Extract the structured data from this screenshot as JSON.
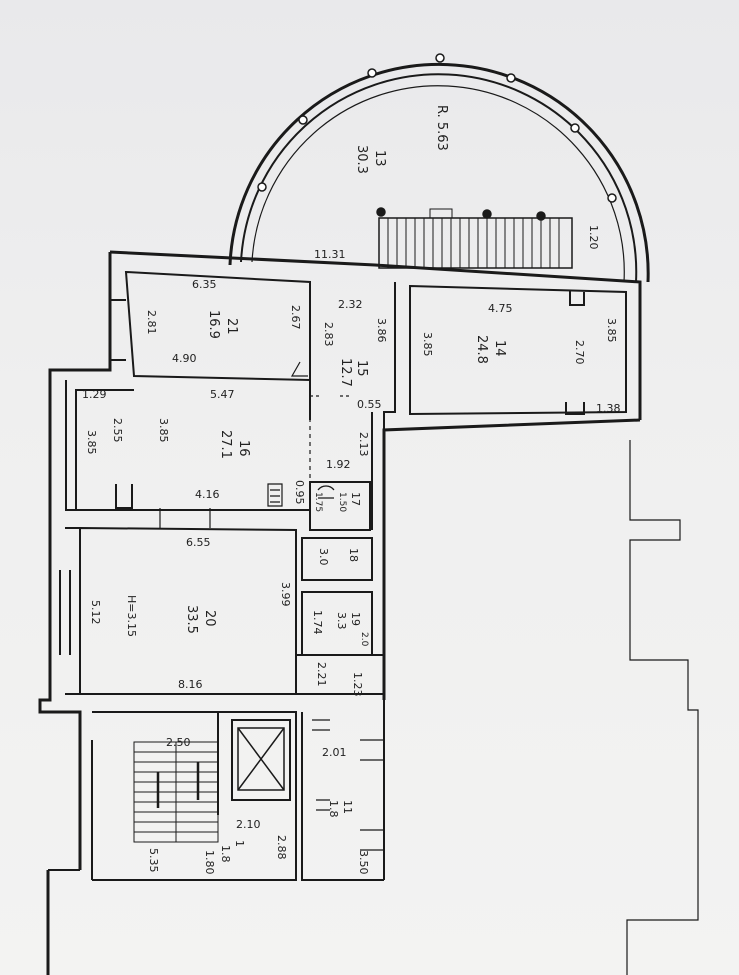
{
  "labels": {
    "balcony_radius": "R. 5.63",
    "balcony_no": "13",
    "balcony_area": "30.3",
    "balcony_depth": "1.20",
    "dim_1131": "11.31",
    "bed_top_w": "6.35",
    "bed_no": "21",
    "bed_area": "16.9",
    "bed_h_left": "2.81",
    "bed_h_right": "2.67",
    "bed_bottom_w": "4.90",
    "hall_w": "2.32",
    "hall_h": "2.83",
    "hall_h2": "3.86",
    "hall_no": "15",
    "hall_area": "12.7",
    "hall_dim": "0.55",
    "hall_dim2": "2.13",
    "room14_w": "4.75",
    "room14_h_left": "3.85",
    "room14_no": "14",
    "room14_area": "24.8",
    "room14_w2": "2.70",
    "room14_h_right": "3.85",
    "room14_bottom": "1.38",
    "living_w": "5.47",
    "living_left_small": "1.29",
    "living_h_outer": "3.85",
    "living_h_mid": "2.55",
    "living_h": "3.85",
    "living_no": "16",
    "living_area": "27.1",
    "living_bottom": "4.16",
    "bath_w": "1.92",
    "bath_d1": "0.95",
    "bath_d2": "1.75",
    "bath_d3": "1.50",
    "bath_no": "17",
    "room20_top": "6.55",
    "room20_h": "5.12",
    "room20_note": "H=3.15",
    "room20_no": "20",
    "room20_area": "33.5",
    "room20_bottom": "8.16",
    "room20_right": "3.99",
    "room18_no": "18",
    "room18_dim": "3.0",
    "room19_no": "19",
    "room19_area": "3.3",
    "room19_dim": "1.74",
    "room19_dim2": "2.0",
    "dim_221": "2.21",
    "dim_123": "1.23",
    "stair_w": "2.50",
    "stair_h": "5.35",
    "lobby_dim": "2.10",
    "lobby_no": "1",
    "lobby_area": "1.8",
    "lobby_w": "1.80",
    "lobby_h": "2.88",
    "corr_dim": "2.01",
    "corr_no": "11",
    "corr_area": "1.8",
    "corr_h": "3.50"
  },
  "colors": {
    "ink": "#1a1a1a",
    "paper": "#efefef",
    "wall_fill": "#f7f7f5"
  }
}
